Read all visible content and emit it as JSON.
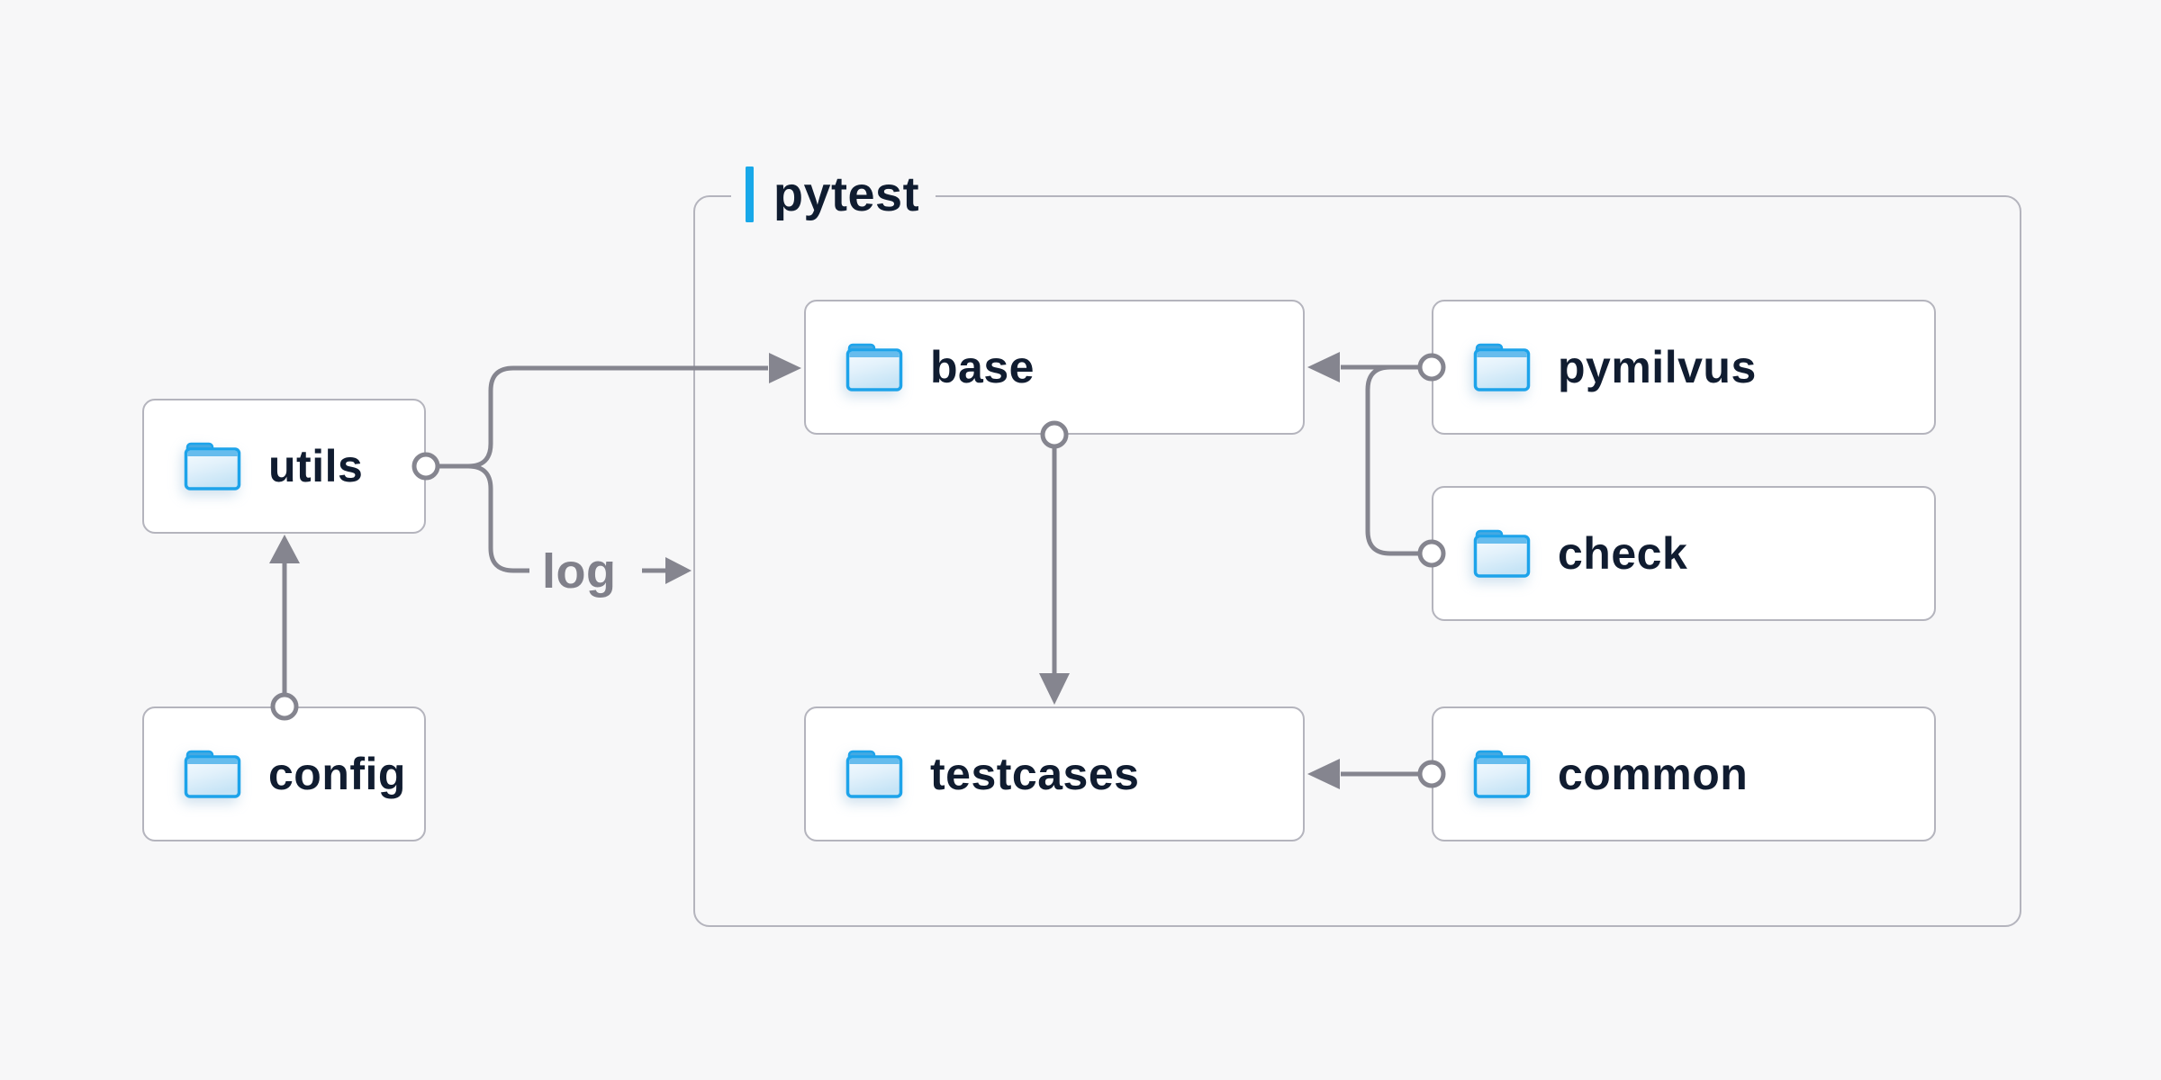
{
  "diagram": {
    "type": "folder-structure-diagram",
    "background_color": "#f7f7f8",
    "accent_blue": "#18a8e9",
    "folder_blue": "#1da3ea",
    "line_color": "#85858f",
    "box_border_color": "#b4b4bd",
    "text_color": "#101c30",
    "group": {
      "label": "pytest",
      "children": [
        "base",
        "pymilvus",
        "check",
        "testcases",
        "common"
      ]
    },
    "nodes": [
      {
        "id": "utils",
        "label": "utils",
        "icon": "folder-icon",
        "inside_group": false
      },
      {
        "id": "config",
        "label": "config",
        "icon": "folder-icon",
        "inside_group": false
      },
      {
        "id": "base",
        "label": "base",
        "icon": "folder-icon",
        "inside_group": true
      },
      {
        "id": "pymilvus",
        "label": "pymilvus",
        "icon": "folder-icon",
        "inside_group": true
      },
      {
        "id": "check",
        "label": "check",
        "icon": "folder-icon",
        "inside_group": true
      },
      {
        "id": "testcases",
        "label": "testcases",
        "icon": "folder-icon",
        "inside_group": true
      },
      {
        "id": "common",
        "label": "common",
        "icon": "folder-icon",
        "inside_group": true
      }
    ],
    "edges": [
      {
        "from": "config",
        "to": "utils",
        "label": ""
      },
      {
        "from": "utils",
        "to": "base",
        "label": ""
      },
      {
        "from": "utils",
        "to": "pytest",
        "label": "log"
      },
      {
        "from": "pymilvus",
        "to": "base",
        "label": ""
      },
      {
        "from": "check",
        "to": "base",
        "label": ""
      },
      {
        "from": "base",
        "to": "testcases",
        "label": ""
      },
      {
        "from": "common",
        "to": "testcases",
        "label": ""
      }
    ],
    "edge_label_log": "log"
  }
}
